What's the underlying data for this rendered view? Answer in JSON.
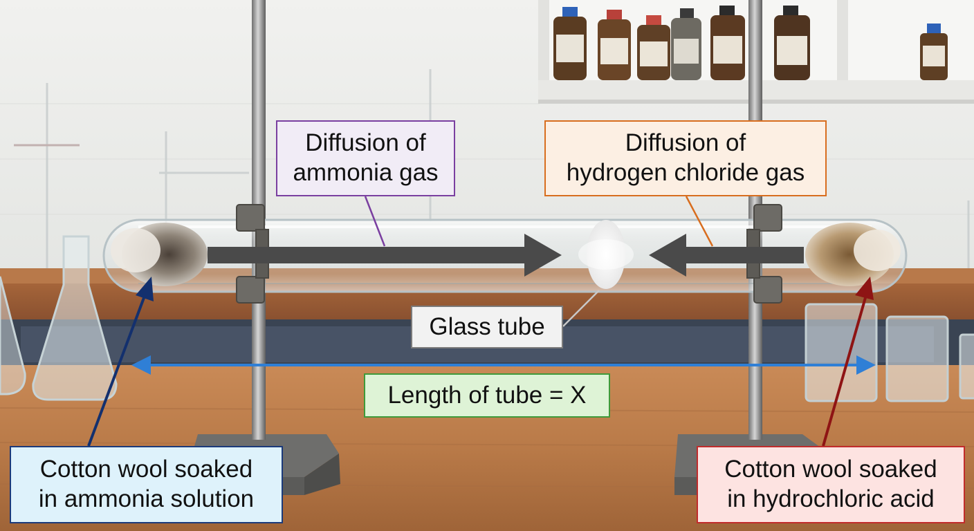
{
  "labels": {
    "ammonia_gas": {
      "lines": [
        "Diffusion of",
        "ammonia gas"
      ],
      "border_color": "#7a3fa0",
      "fill_color": "#f1ecf6"
    },
    "hcl_gas": {
      "lines": [
        "Diffusion of",
        "hydrogen chloride gas"
      ],
      "border_color": "#d86d1e",
      "fill_color": "#fcefe3"
    },
    "glass_tube": {
      "text": "Glass tube",
      "border_color": "#7b7b7b",
      "fill_color": "#f2f2f2"
    },
    "length": {
      "text": "Length of tube = X",
      "border_color": "#3f9a3a",
      "fill_color": "#def3d6"
    },
    "cotton_ammonia": {
      "lines": [
        "Cotton wool soaked",
        "in ammonia solution"
      ],
      "border_color": "#1b3a7a",
      "fill_color": "#def2fb"
    },
    "cotton_hcl": {
      "lines": [
        "Cotton wool soaked",
        "in hydrochloric acid"
      ],
      "border_color": "#c12b2b",
      "fill_color": "#fde3e1"
    }
  },
  "colors": {
    "diffusion_arrow": "#4a4a4a",
    "length_arrow": "#2f7fd6",
    "ammonia_pointer": "#13306e",
    "hcl_pointer": "#8e1414",
    "glass_tube_pointer": "#c8c8c8"
  }
}
